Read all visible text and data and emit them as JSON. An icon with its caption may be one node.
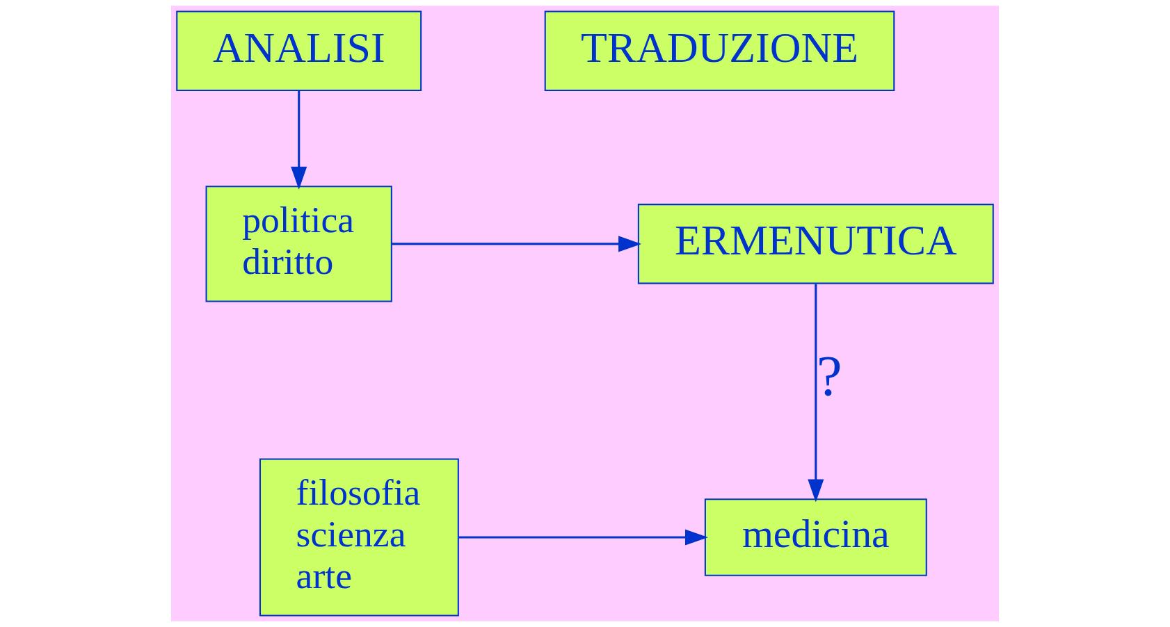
{
  "diagram": {
    "nodes": [
      {
        "text": [
          "ANALISI"
        ]
      },
      {
        "text": [
          "politica",
          "diritto"
        ]
      },
      {
        "text": [
          "filosofia",
          "scienza",
          "arte"
        ]
      },
      {
        "text": [
          "TRADUZIONE"
        ]
      },
      {
        "text": [
          "ERMENUTICA"
        ]
      },
      {
        "text": [
          "medicina"
        ]
      }
    ],
    "edges": [
      {
        "from": 0,
        "to": 1,
        "arrow": "to"
      },
      {
        "from": 1,
        "to": 4,
        "arrow": "to"
      },
      {
        "from": 2,
        "to": 5,
        "arrow": "to"
      },
      {
        "from": 4,
        "to": 5,
        "arrow": "to",
        "label": "?"
      }
    ]
  }
}
